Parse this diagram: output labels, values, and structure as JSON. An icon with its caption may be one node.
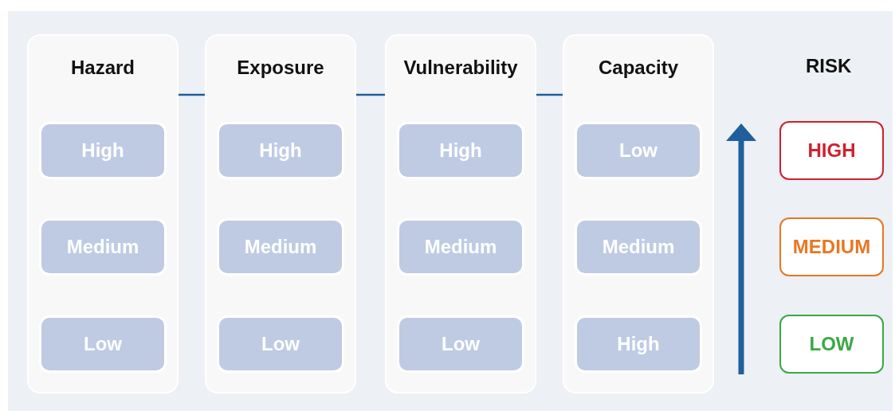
{
  "diagram": {
    "nodes": [
      {
        "text": [
          "Hazard"
        ]
      },
      {
        "text": [
          "High"
        ],
        "in": 0
      },
      {
        "text": [
          "Medium"
        ],
        "in": 0
      },
      {
        "text": [
          "Low"
        ],
        "in": 0
      },
      {
        "text": [
          "Exposure"
        ]
      },
      {
        "text": [
          "High"
        ],
        "in": 4
      },
      {
        "text": [
          "Medium"
        ],
        "in": 4
      },
      {
        "text": [
          "Low"
        ],
        "in": 4
      },
      {
        "text": [
          "Vulnerability"
        ]
      },
      {
        "text": [
          "High"
        ],
        "in": 8
      },
      {
        "text": [
          "Medium"
        ],
        "in": 8
      },
      {
        "text": [
          "Low"
        ],
        "in": 8
      },
      {
        "text": [
          "Capacity"
        ]
      },
      {
        "text": [
          "Low"
        ],
        "in": 12
      },
      {
        "text": [
          "Medium"
        ],
        "in": 12
      },
      {
        "text": [
          "High"
        ],
        "in": 12
      },
      {
        "text": [
          "HIGH"
        ]
      },
      {
        "text": [
          "MEDIUM"
        ]
      },
      {
        "text": [
          "LOW"
        ]
      }
    ],
    "edges": [
      {
        "from": 0,
        "to": 4,
        "arrow": "none"
      },
      {
        "from": 4,
        "to": 8,
        "arrow": "none"
      },
      {
        "from": 8,
        "to": 12,
        "arrow": "none"
      }
    ],
    "labels": [
      "RISK"
    ]
  }
}
